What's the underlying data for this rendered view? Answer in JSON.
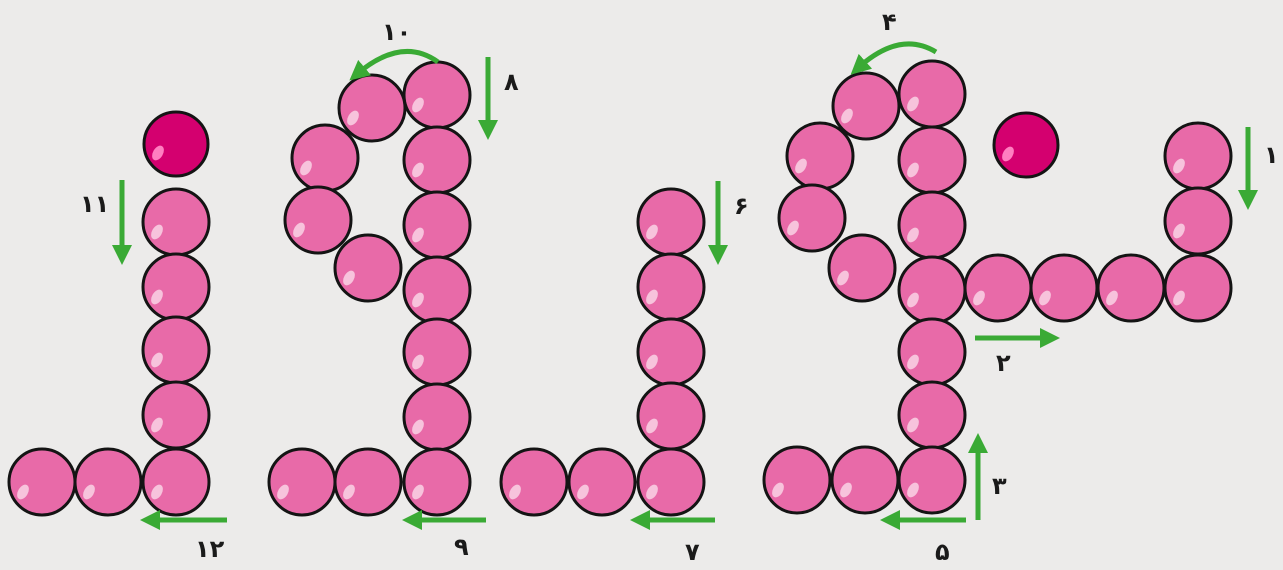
{
  "colors": {
    "background": "#ecebea",
    "bead": "#e86aa8",
    "bead_highlight": "#f7c3dc",
    "dot": "#d4006f",
    "outline": "#141414",
    "arrow": "#3aaa35"
  },
  "letters": [
    {
      "name": "letter-shape-1",
      "dots": 1
    },
    {
      "name": "letter-shape-2",
      "dots": 0
    },
    {
      "name": "letter-shape-3",
      "dots": 0
    },
    {
      "name": "letter-shape-4",
      "dots": 1
    }
  ],
  "step_labels": {
    "s1": "۱",
    "s2": "۲",
    "s3": "۳",
    "s4": "۴",
    "s5": "۵",
    "s6": "۶",
    "s7": "۷",
    "s8": "۸",
    "s9": "۹",
    "s10": "۱۰",
    "s11": "۱۱",
    "s12": "۱۲"
  },
  "arrow_icon": "curved-and-straight-green-arrows"
}
